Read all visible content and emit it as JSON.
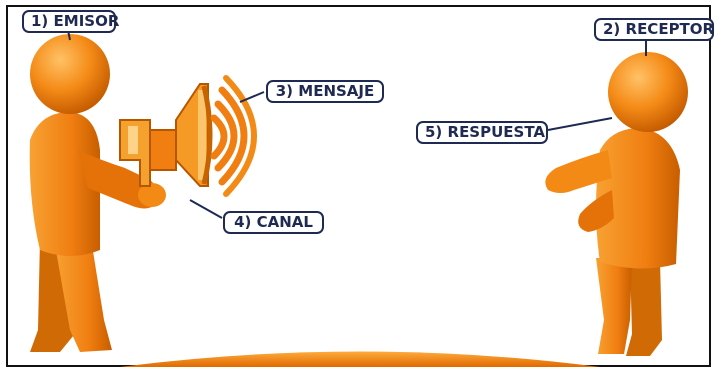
{
  "labels": {
    "emisor": "1) EMISOR",
    "receptor": "2) RECEPTOR",
    "mensaje": "3) MENSAJE",
    "canal": "4) CANAL",
    "respuesta": "5) RESPUESTA"
  },
  "colors": {
    "figure_orange": "#f07e10",
    "figure_light": "#fbb14a",
    "figure_dark": "#b85500",
    "label_text": "#1f2a52",
    "frame": "#111111"
  },
  "icons": {
    "sender": "person-figure-icon",
    "receiver": "person-figure-icon",
    "channel": "megaphone-icon",
    "message": "sound-waves-icon"
  }
}
